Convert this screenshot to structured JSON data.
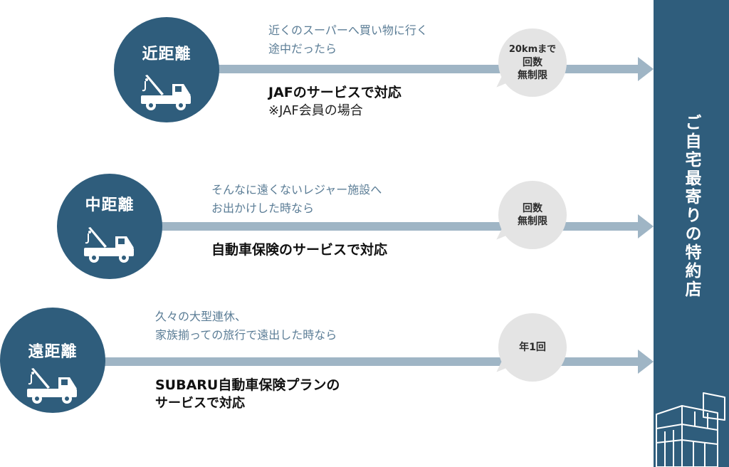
{
  "destination": {
    "label": "ご自宅最寄りの特約店",
    "icon": "building-icon"
  },
  "colors": {
    "circle": "#2f5d7c",
    "arrow": "#9fb5c5",
    "bubble": "#e4e4e4",
    "situation_text": "#5b7d96"
  },
  "rows": [
    {
      "distance": "近距離",
      "icon": "tow-truck-icon",
      "situation_line1": "近くのスーパーへ買い物に行く",
      "situation_line2": "途中だったら",
      "service_line1": "JAFのサービスで対応",
      "service_line2": "※JAF会員の場合",
      "bubble_line1": "20kmまで",
      "bubble_line2": "回数",
      "bubble_line3": "無制限"
    },
    {
      "distance": "中距離",
      "icon": "tow-truck-icon",
      "situation_line1": "そんなに遠くないレジャー施設へ",
      "situation_line2": "お出かけした時なら",
      "service_line1": "自動車保険のサービスで対応",
      "bubble_line1": "回数",
      "bubble_line2": "無制限"
    },
    {
      "distance": "遠距離",
      "icon": "tow-truck-icon",
      "situation_line1": "久々の大型連休、",
      "situation_line2": "家族揃っての旅行で遠出した時なら",
      "service_line1": "SUBARU自動車保険プランの",
      "service_line2": "サービスで対応",
      "bubble_line1": "年1回"
    }
  ]
}
